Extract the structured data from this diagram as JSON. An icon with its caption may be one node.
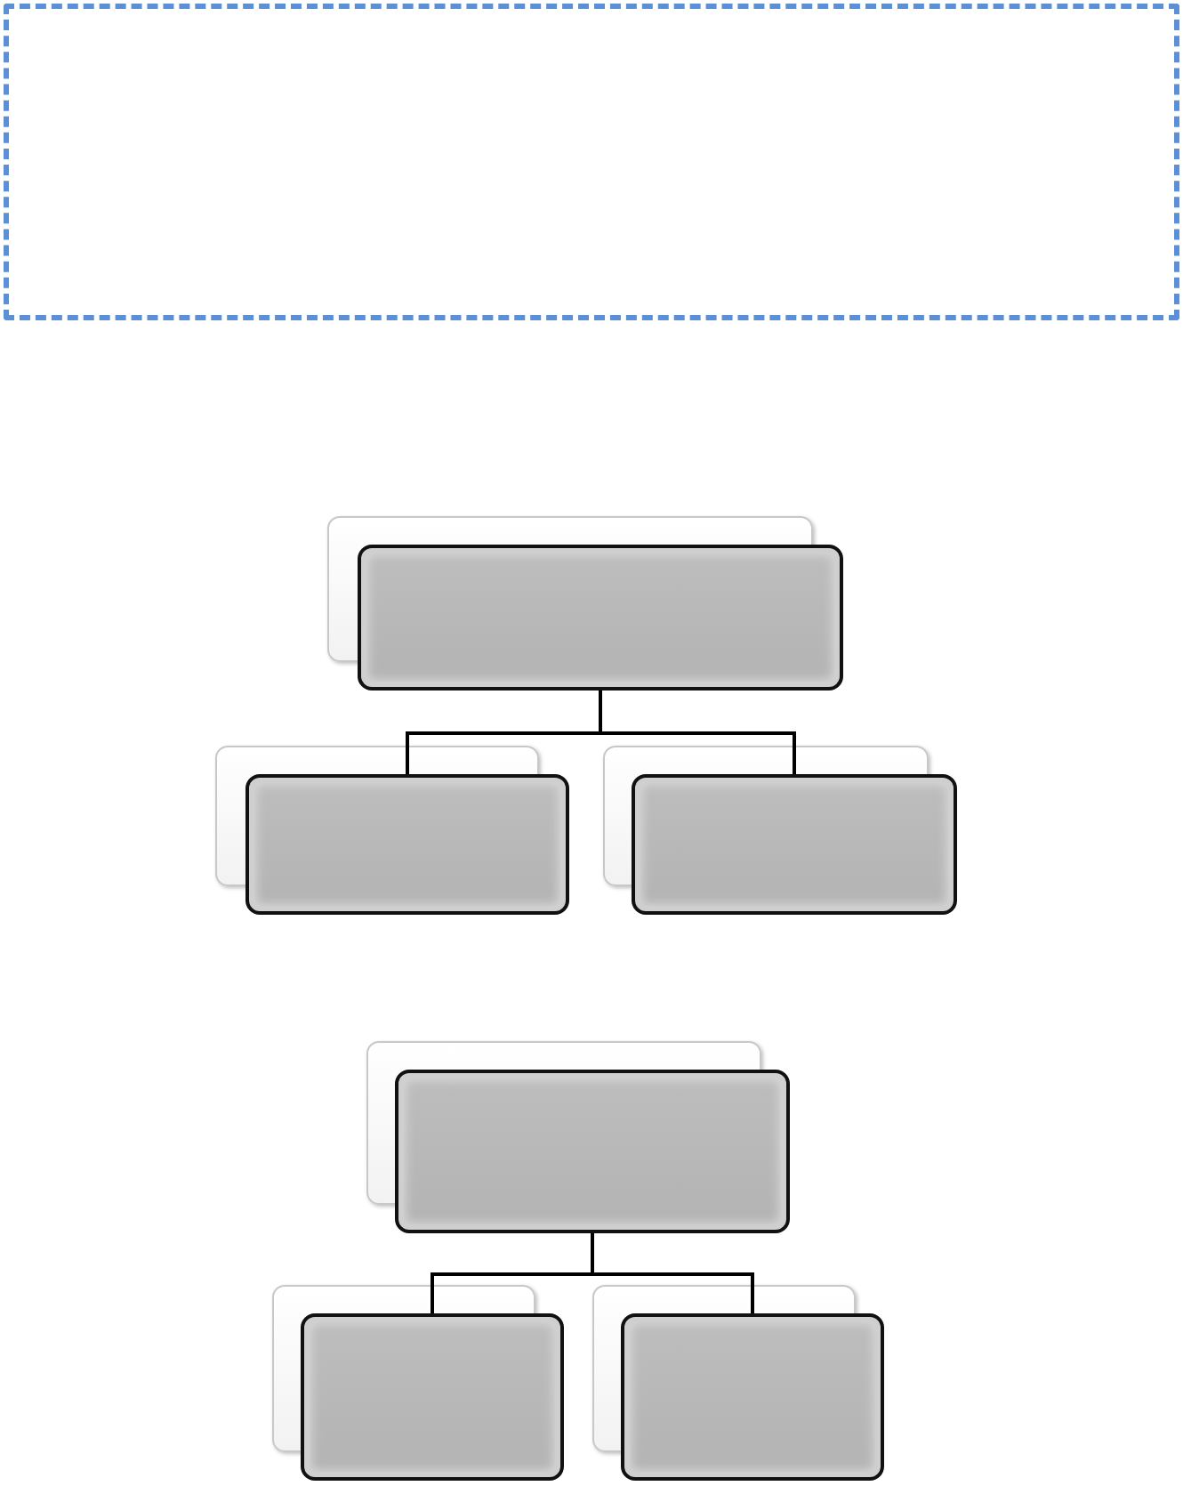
{
  "diagram": {
    "nodes": [
      {
        "text": [],
        "shape": "box"
      },
      {
        "text": [],
        "shape": "box"
      },
      {
        "text": [],
        "shape": "box"
      },
      {
        "text": [],
        "shape": "box"
      },
      {
        "text": [],
        "shape": "box"
      },
      {
        "text": [],
        "shape": "box"
      },
      {
        "text": [],
        "shape": "box"
      }
    ],
    "edges": [
      {
        "from": 1,
        "to": 2,
        "arrow": "none"
      },
      {
        "from": 1,
        "to": 3,
        "arrow": "none"
      },
      {
        "from": 4,
        "to": 5,
        "arrow": "none"
      },
      {
        "from": 4,
        "to": 6,
        "arrow": "none"
      }
    ]
  }
}
